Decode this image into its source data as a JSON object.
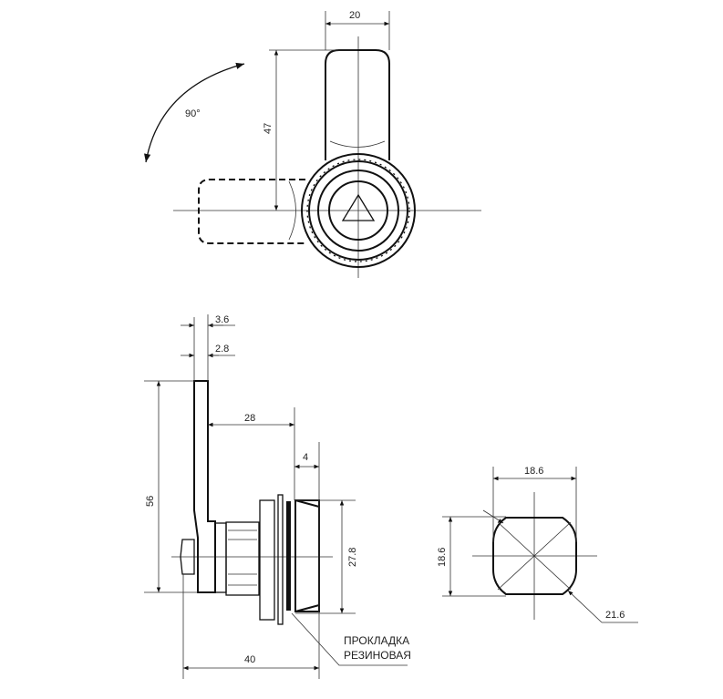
{
  "top_view": {
    "width_dim": "20",
    "height_dim": "47",
    "rotation": "90°"
  },
  "side_view": {
    "dim_3_6": "3.6",
    "dim_2_8": "2.8",
    "dim_28": "28",
    "dim_4": "4",
    "dim_56": "56",
    "dim_27_8": "27.8",
    "dim_40": "40",
    "gasket_label_line1": "ПРОКЛАДКА",
    "gasket_label_line2": "РЕЗИНОВАЯ"
  },
  "section_view": {
    "width_dim": "18.6",
    "height_dim": "18.6",
    "diag_dim": "21.6"
  }
}
